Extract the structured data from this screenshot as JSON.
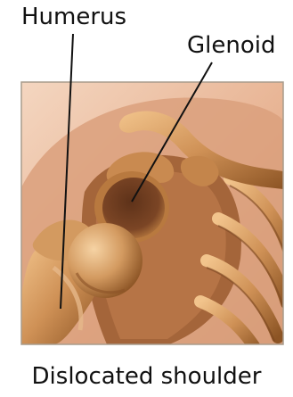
{
  "labels": {
    "humerus": "Humerus",
    "glenoid": "Glenoid"
  },
  "caption": "Dislocated shoulder",
  "colors": {
    "skin": "#e8b593",
    "bone": "#cc8f55",
    "bone_shadow": "#8c5424",
    "socket": "#6e3c1e",
    "leader_line": "#111111",
    "frame": "#a89c8c"
  }
}
